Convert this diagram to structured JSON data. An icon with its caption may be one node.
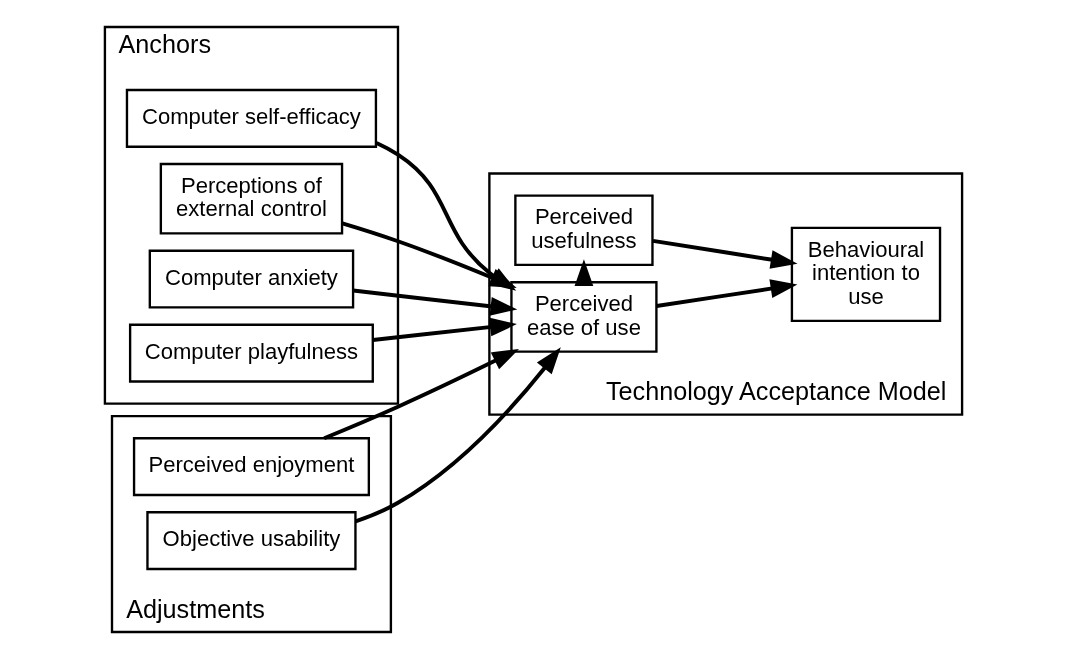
{
  "diagram": {
    "nodes": [
      {
        "text": [
          "Anchors"
        ]
      },
      {
        "text": [
          "Computer self-efficacy"
        ],
        "in": 0
      },
      {
        "text": [
          "Perceptions of external control"
        ],
        "in": 0
      },
      {
        "text": [
          "Computer anxiety"
        ],
        "in": 0
      },
      {
        "text": [
          "Computer playfulness"
        ],
        "in": 0
      },
      {
        "text": [
          "Adjustments"
        ]
      },
      {
        "text": [
          "Perceived enjoyment"
        ],
        "in": 5
      },
      {
        "text": [
          "Objective usability"
        ],
        "in": 5
      },
      {
        "text": [
          "Technology Acceptance Model"
        ]
      },
      {
        "text": [
          "Perceived usefulness"
        ],
        "in": 8
      },
      {
        "text": [
          "Perceived ease of use"
        ],
        "in": 8
      },
      {
        "text": [
          "Behavioural intention to use"
        ],
        "in": 8
      }
    ],
    "edges": [
      {
        "from": 1,
        "to": 10,
        "arrow": "to"
      },
      {
        "from": 2,
        "to": 10,
        "arrow": "to"
      },
      {
        "from": 3,
        "to": 10,
        "arrow": "to"
      },
      {
        "from": 4,
        "to": 10,
        "arrow": "to"
      },
      {
        "from": 6,
        "to": 10,
        "arrow": "to"
      },
      {
        "from": 7,
        "to": 10,
        "arrow": "to"
      },
      {
        "from": 10,
        "to": 9,
        "arrow": "to"
      },
      {
        "from": 9,
        "to": 11,
        "arrow": "to"
      },
      {
        "from": 10,
        "to": 11,
        "arrow": "to"
      }
    ]
  }
}
